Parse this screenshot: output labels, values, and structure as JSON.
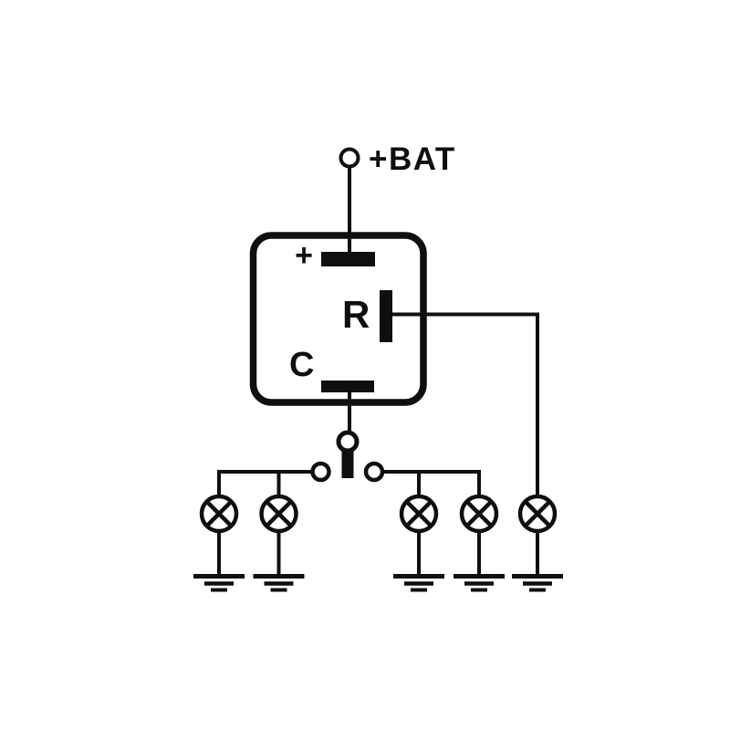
{
  "diagram": {
    "type": "wiring-schematic",
    "labels": {
      "battery_terminal": "+BAT",
      "plus_terminal": "+",
      "r_terminal": "R",
      "c_terminal": "C"
    },
    "colors": {
      "line": "#0f0f0f",
      "background": "#ffffff"
    },
    "counts": {
      "lamps": 5,
      "grounds": 5,
      "switch_contacts": 2
    }
  }
}
